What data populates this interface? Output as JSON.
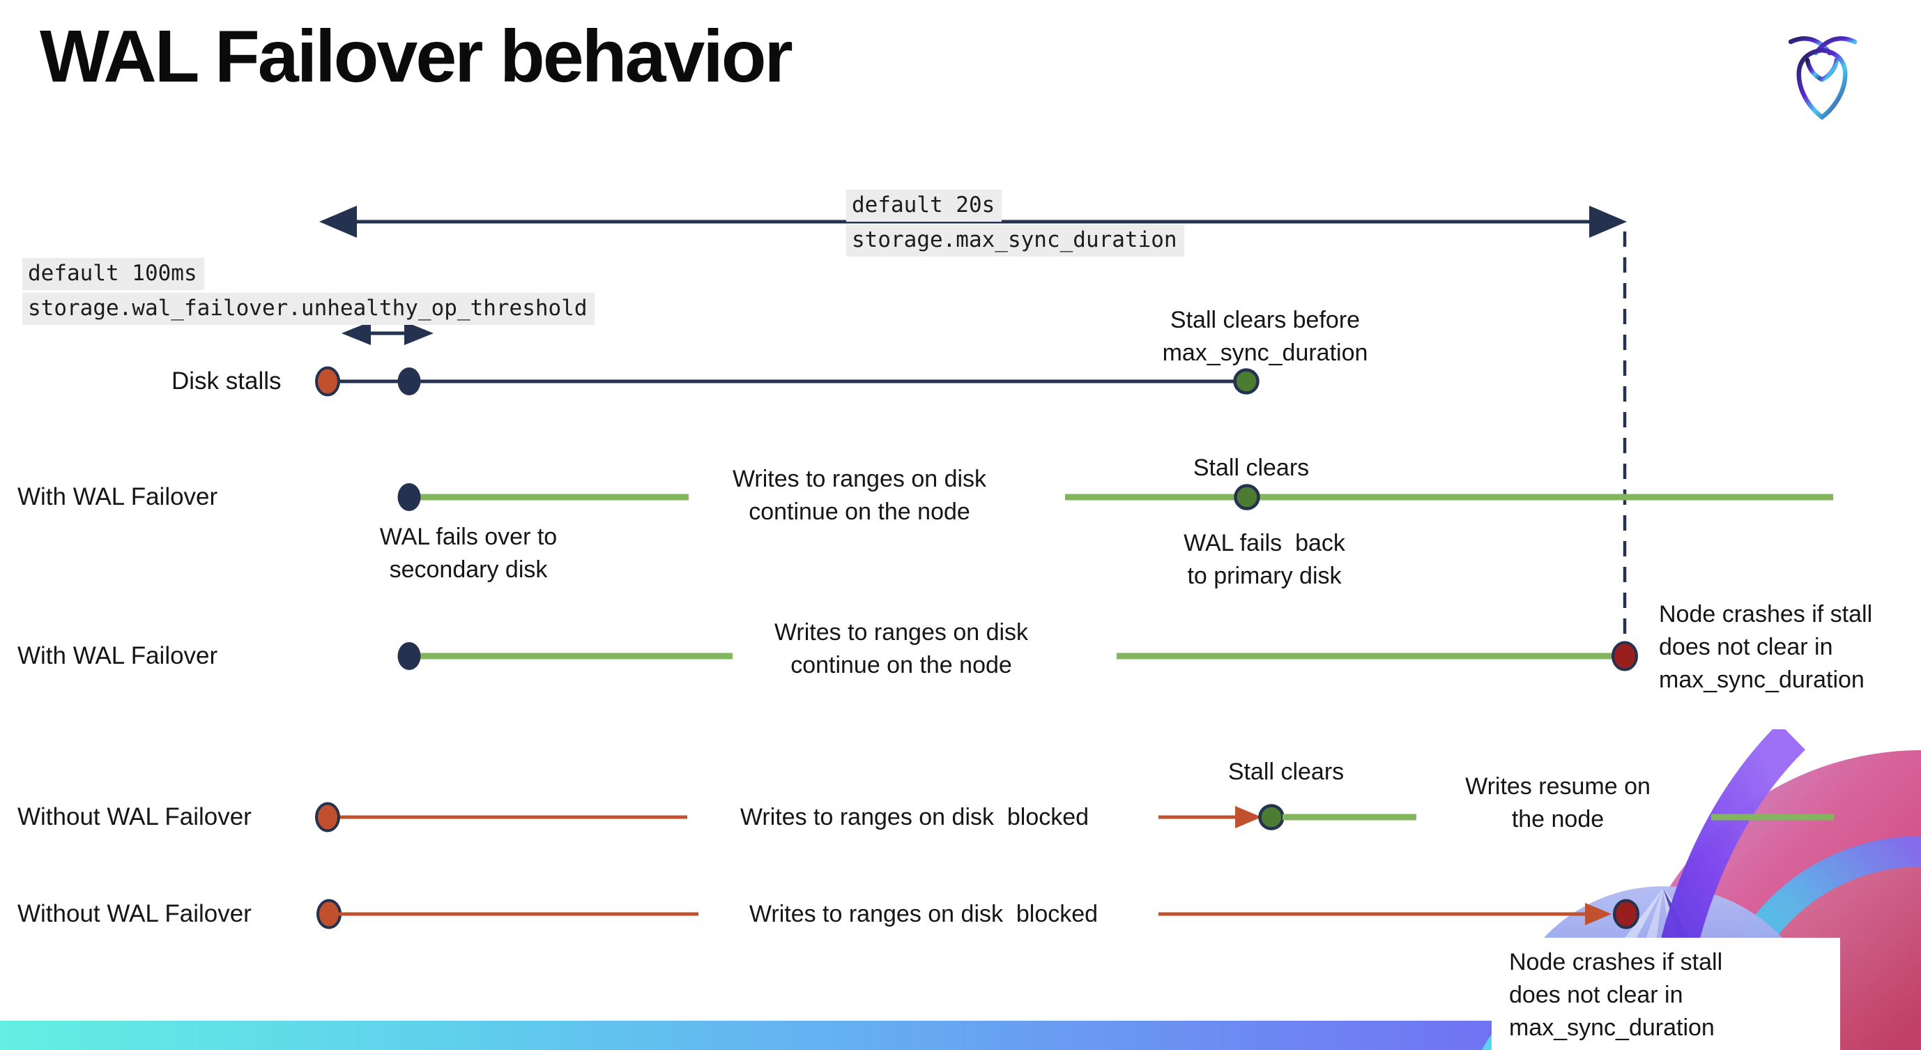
{
  "title": "WAL Failover behavior",
  "logo": {
    "name": "cockroachdb-logo"
  },
  "settings_annotations": {
    "max_sync_duration": {
      "default_label": "default 20s",
      "setting_name": "storage.max_sync_duration"
    },
    "unhealthy_op_threshold": {
      "default_label": "default 100ms",
      "setting_name": "storage.wal_failover.unhealthy_op_threshold"
    }
  },
  "timelines": {
    "disk_stalls": {
      "label": "Disk stalls",
      "stall_clears_note": "Stall clears before\nmax_sync_duration"
    },
    "with_wal_failover_clears": {
      "label": "With WAL Failover",
      "failover_note": "WAL fails over to\nsecondary disk",
      "writes_note": "Writes to ranges on disk\ncontinue on the node",
      "stall_clears_note": "Stall clears",
      "failback_note": "WAL fails  back\nto primary disk"
    },
    "with_wal_failover_crashes": {
      "label": "With WAL Failover",
      "writes_note": "Writes to ranges on disk\ncontinue on the node",
      "crash_note": "Node crashes if stall\ndoes not clear in\nmax_sync_duration"
    },
    "without_wal_failover_clears": {
      "label": "Without WAL Failover",
      "blocked_note": "Writes to ranges on disk  blocked",
      "stall_clears_note": "Stall clears",
      "resume_note": "Writes resume on\nthe node"
    },
    "without_wal_failover_crashes": {
      "label": "Without WAL Failover",
      "blocked_note": "Writes to ranges on disk  blocked",
      "crash_note": "Node crashes if stall\ndoes not clear in\nmax_sync_duration"
    }
  },
  "colors": {
    "navy": "#243250",
    "timeline_green": "#83b55e",
    "green_dot": "#4c7c31",
    "stall_red": "#c1502e",
    "crash_red": "#991e1e",
    "code_highlight_bg": "#ececec",
    "footer_gradient": [
      "#63efe2",
      "#66a9f2",
      "#6f7df3",
      "#7247ee"
    ]
  }
}
